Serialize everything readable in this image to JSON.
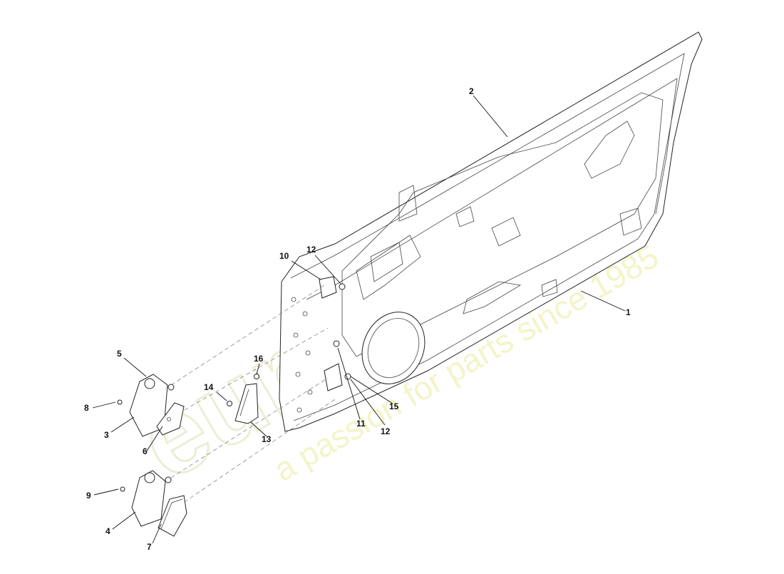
{
  "watermark": {
    "brand": "eurospares",
    "tagline": "a passion for parts since 1985",
    "color": "#f2f2cc"
  },
  "callouts": [
    {
      "id": "1",
      "label": "1"
    },
    {
      "id": "2",
      "label": "2"
    },
    {
      "id": "3",
      "label": "3"
    },
    {
      "id": "4",
      "label": "4"
    },
    {
      "id": "5",
      "label": "5"
    },
    {
      "id": "6",
      "label": "6"
    },
    {
      "id": "7",
      "label": "7"
    },
    {
      "id": "8",
      "label": "8"
    },
    {
      "id": "9",
      "label": "9"
    },
    {
      "id": "10",
      "label": "10"
    },
    {
      "id": "11",
      "label": "11"
    },
    {
      "id": "12a",
      "label": "12"
    },
    {
      "id": "12b",
      "label": "12"
    },
    {
      "id": "13",
      "label": "13"
    },
    {
      "id": "14",
      "label": "14"
    },
    {
      "id": "15",
      "label": "15"
    },
    {
      "id": "16",
      "label": "16"
    }
  ]
}
